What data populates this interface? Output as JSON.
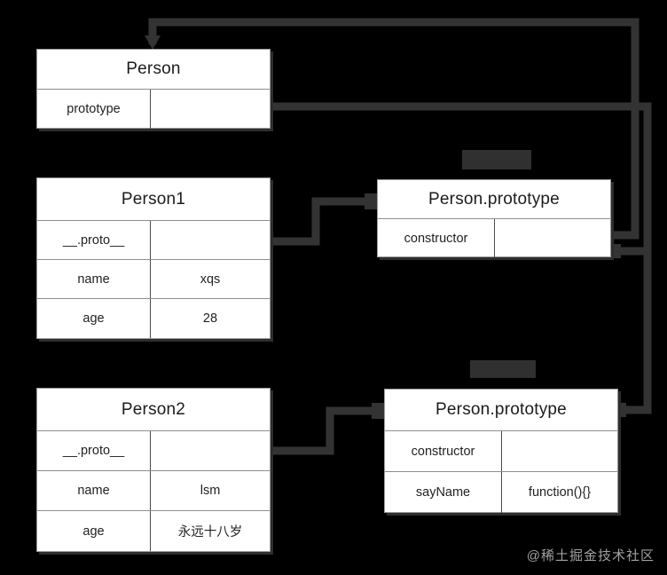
{
  "diagram": {
    "title": "JavaScript prototype chain diagram",
    "background_color": "#000000",
    "line_color": "#333333",
    "box_fill": "#ffffff"
  },
  "boxes": {
    "person": {
      "title": "Person",
      "rows": [
        {
          "key": "prototype",
          "value": ""
        }
      ]
    },
    "person1": {
      "title": "Person1",
      "rows": [
        {
          "key": "__.proto__",
          "value": ""
        },
        {
          "key": "name",
          "value": "xqs"
        },
        {
          "key": "age",
          "value": "28"
        }
      ]
    },
    "proto_top": {
      "title": "Person.prototype",
      "rows": [
        {
          "key": "constructor",
          "value": ""
        }
      ]
    },
    "person2": {
      "title": "Person2",
      "rows": [
        {
          "key": "__.proto__",
          "value": ""
        },
        {
          "key": "name",
          "value": "lsm"
        },
        {
          "key": "age",
          "value": "永远十八岁"
        }
      ]
    },
    "proto_bot": {
      "title": "Person.prototype",
      "rows": [
        {
          "key": "constructor",
          "value": ""
        },
        {
          "key": "sayName",
          "value": "function(){}"
        }
      ]
    }
  },
  "labels": {
    "edge_label_top": "",
    "edge_label_bottom": ""
  },
  "watermark": "@稀土掘金技术社区"
}
